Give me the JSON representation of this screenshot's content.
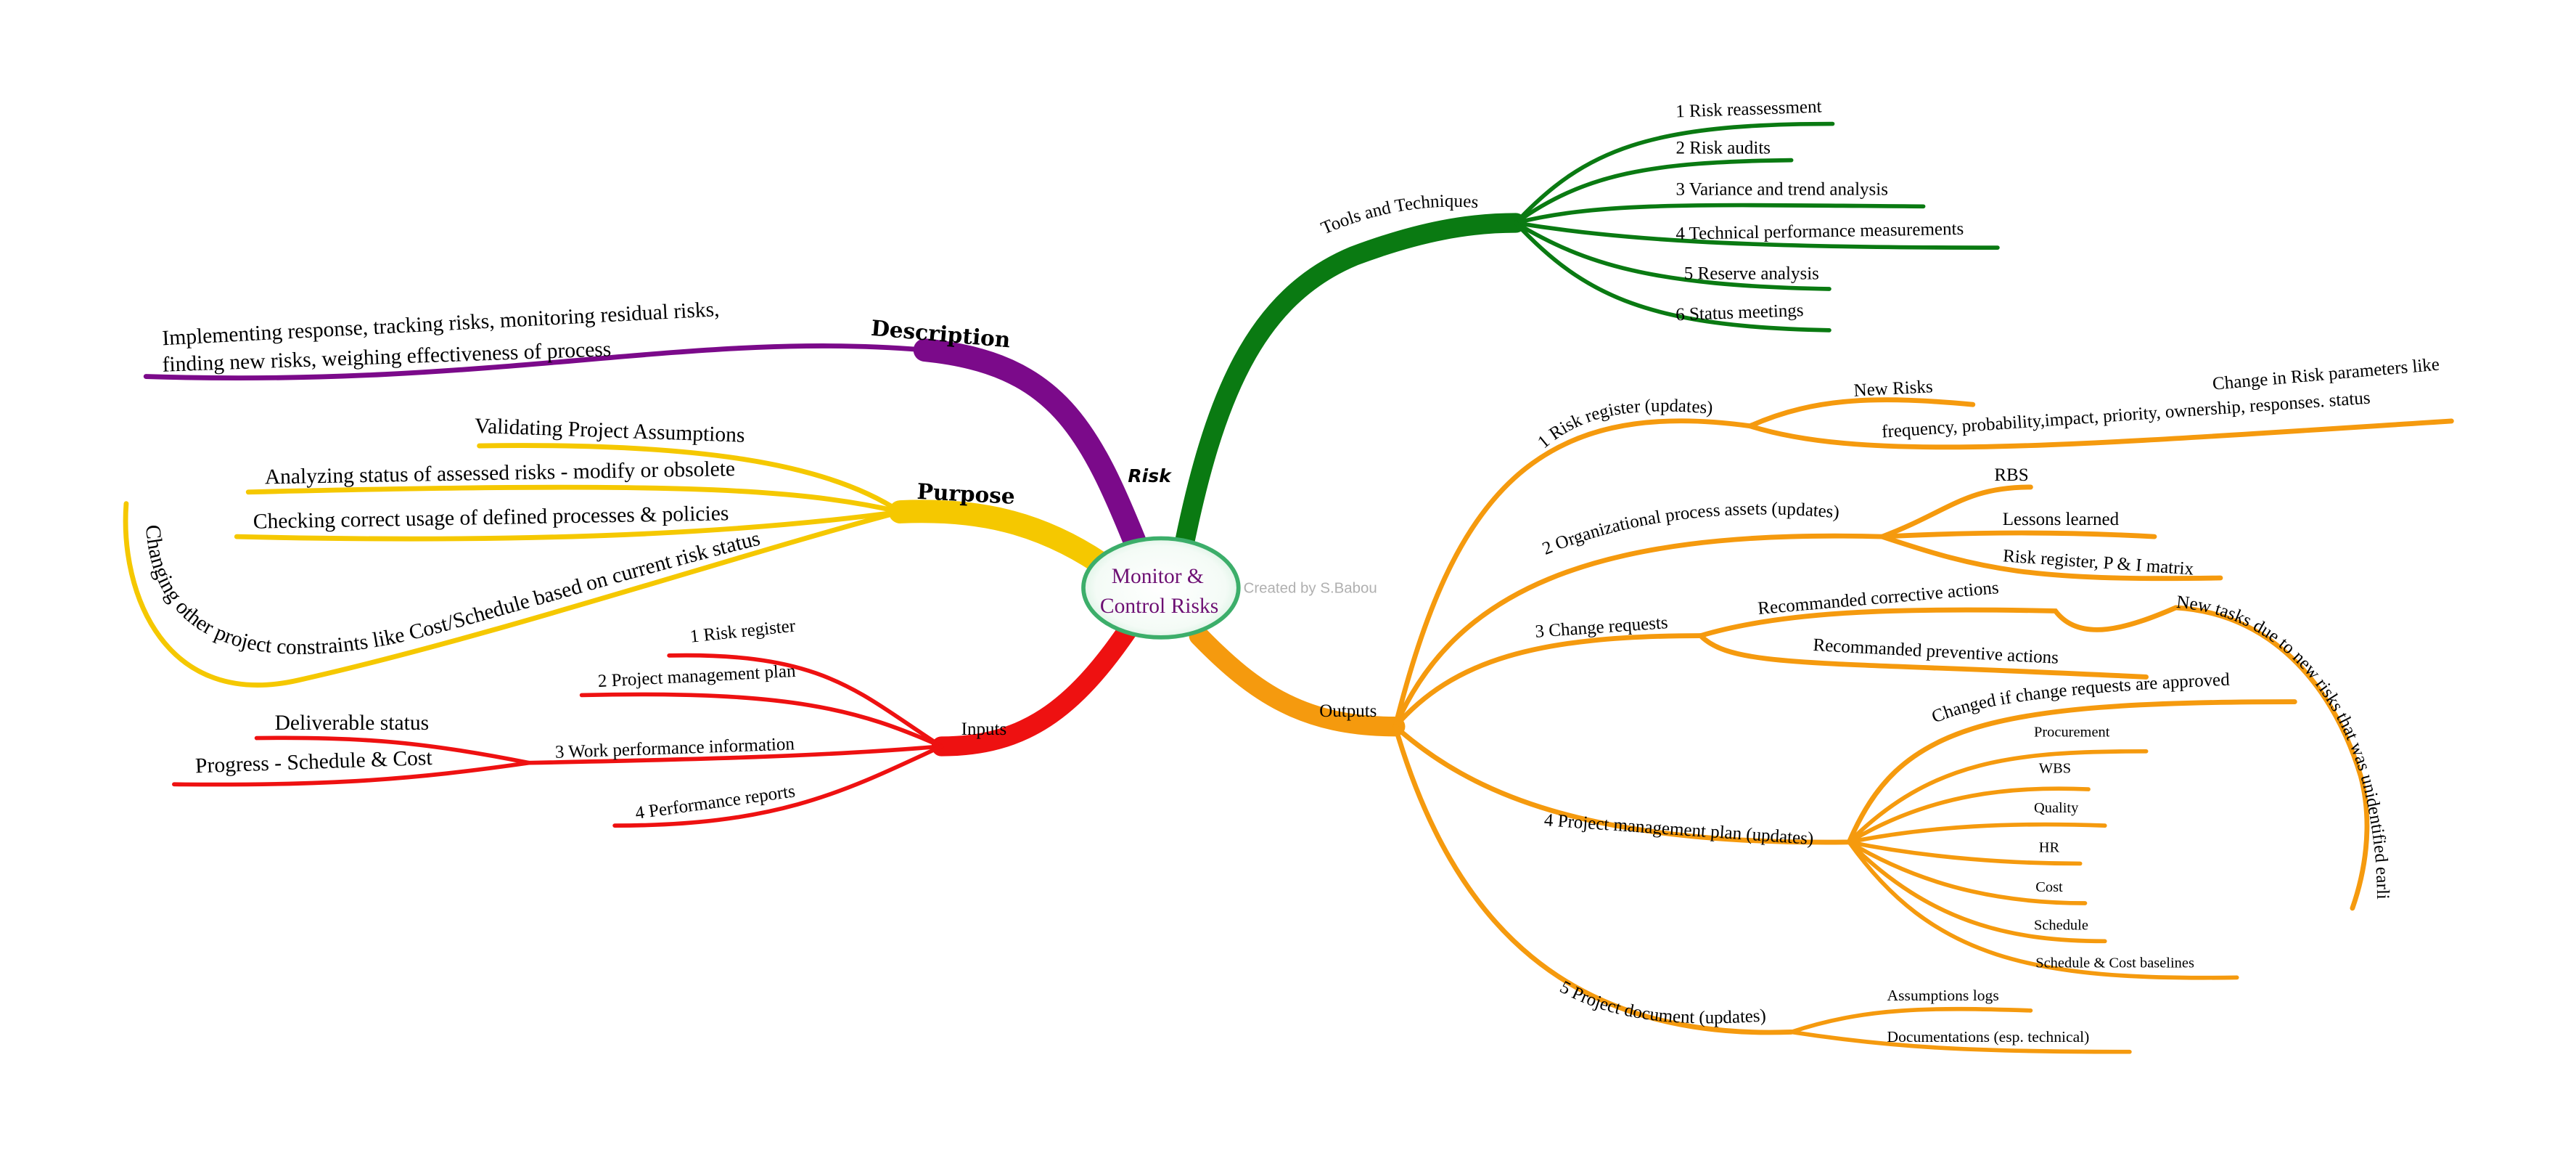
{
  "center": {
    "line1": "Monitor &",
    "line2": "Control Risks",
    "watermark": "Created by S.Babou",
    "tag": "Risk"
  },
  "colors": {
    "description": "#7b0a8a",
    "purpose": "#f5c800",
    "inputs": "#ee1111",
    "tools": "#0a7a12",
    "outputs": "#f59a0e",
    "center_border": "#3cae6a",
    "center_text": "#6d0f73"
  },
  "description": {
    "label": "Description",
    "line1": "Implementing response, tracking risks, monitoring residual risks,",
    "line2": "finding new risks, weighing effectiveness of process"
  },
  "purpose": {
    "label": "Purpose",
    "items": [
      "Validating Project Assumptions",
      "Analyzing status of assessed risks - modify or obsolete",
      "Checking correct usage of defined processes & policies",
      "Changing other project constraints like Cost/Schedule based on current risk status"
    ]
  },
  "inputs": {
    "label": "Inputs",
    "items": [
      "1 Risk register",
      "2 Project management plan",
      "3 Work performance information",
      "4 Performance reports"
    ],
    "work_performance_children": [
      "Deliverable status",
      "Progress - Schedule & Cost"
    ]
  },
  "tools": {
    "label": "Tools and Techniques",
    "items": [
      "1 Risk reassessment",
      "2 Risk audits",
      "3 Variance and trend analysis",
      "4 Technical performance measurements",
      "5 Reserve analysis",
      "6 Status meetings"
    ]
  },
  "outputs": {
    "label": "Outputs",
    "risk_register": {
      "label": "1 Risk register (updates)",
      "new_risks": "New Risks",
      "change_line1": "Change in Risk parameters like",
      "change_line2": "frequency, probability,impact, priority, ownership, responses. status"
    },
    "opa": {
      "label": "2 Organizational process assets (updates)",
      "items": [
        "RBS",
        "Lessons learned",
        "Risk register, P & I matrix"
      ]
    },
    "change_requests": {
      "label": "3 Change requests",
      "corrective": "Recommanded corrective actions",
      "preventive": "Recommanded preventive actions",
      "new_tasks": "New tasks due to new risks that was unidentified earlier"
    },
    "pmp": {
      "label": "4 Project management plan (updates)",
      "changed": "Changed if change requests are approved",
      "items": [
        "Procurement",
        "WBS",
        "Quality",
        "HR",
        "Cost",
        "Schedule",
        "Schedule & Cost baselines"
      ]
    },
    "project_docs": {
      "label": "5 Project document (updates)",
      "items": [
        "Assumptions logs",
        "Documentations (esp. technical)"
      ]
    }
  }
}
